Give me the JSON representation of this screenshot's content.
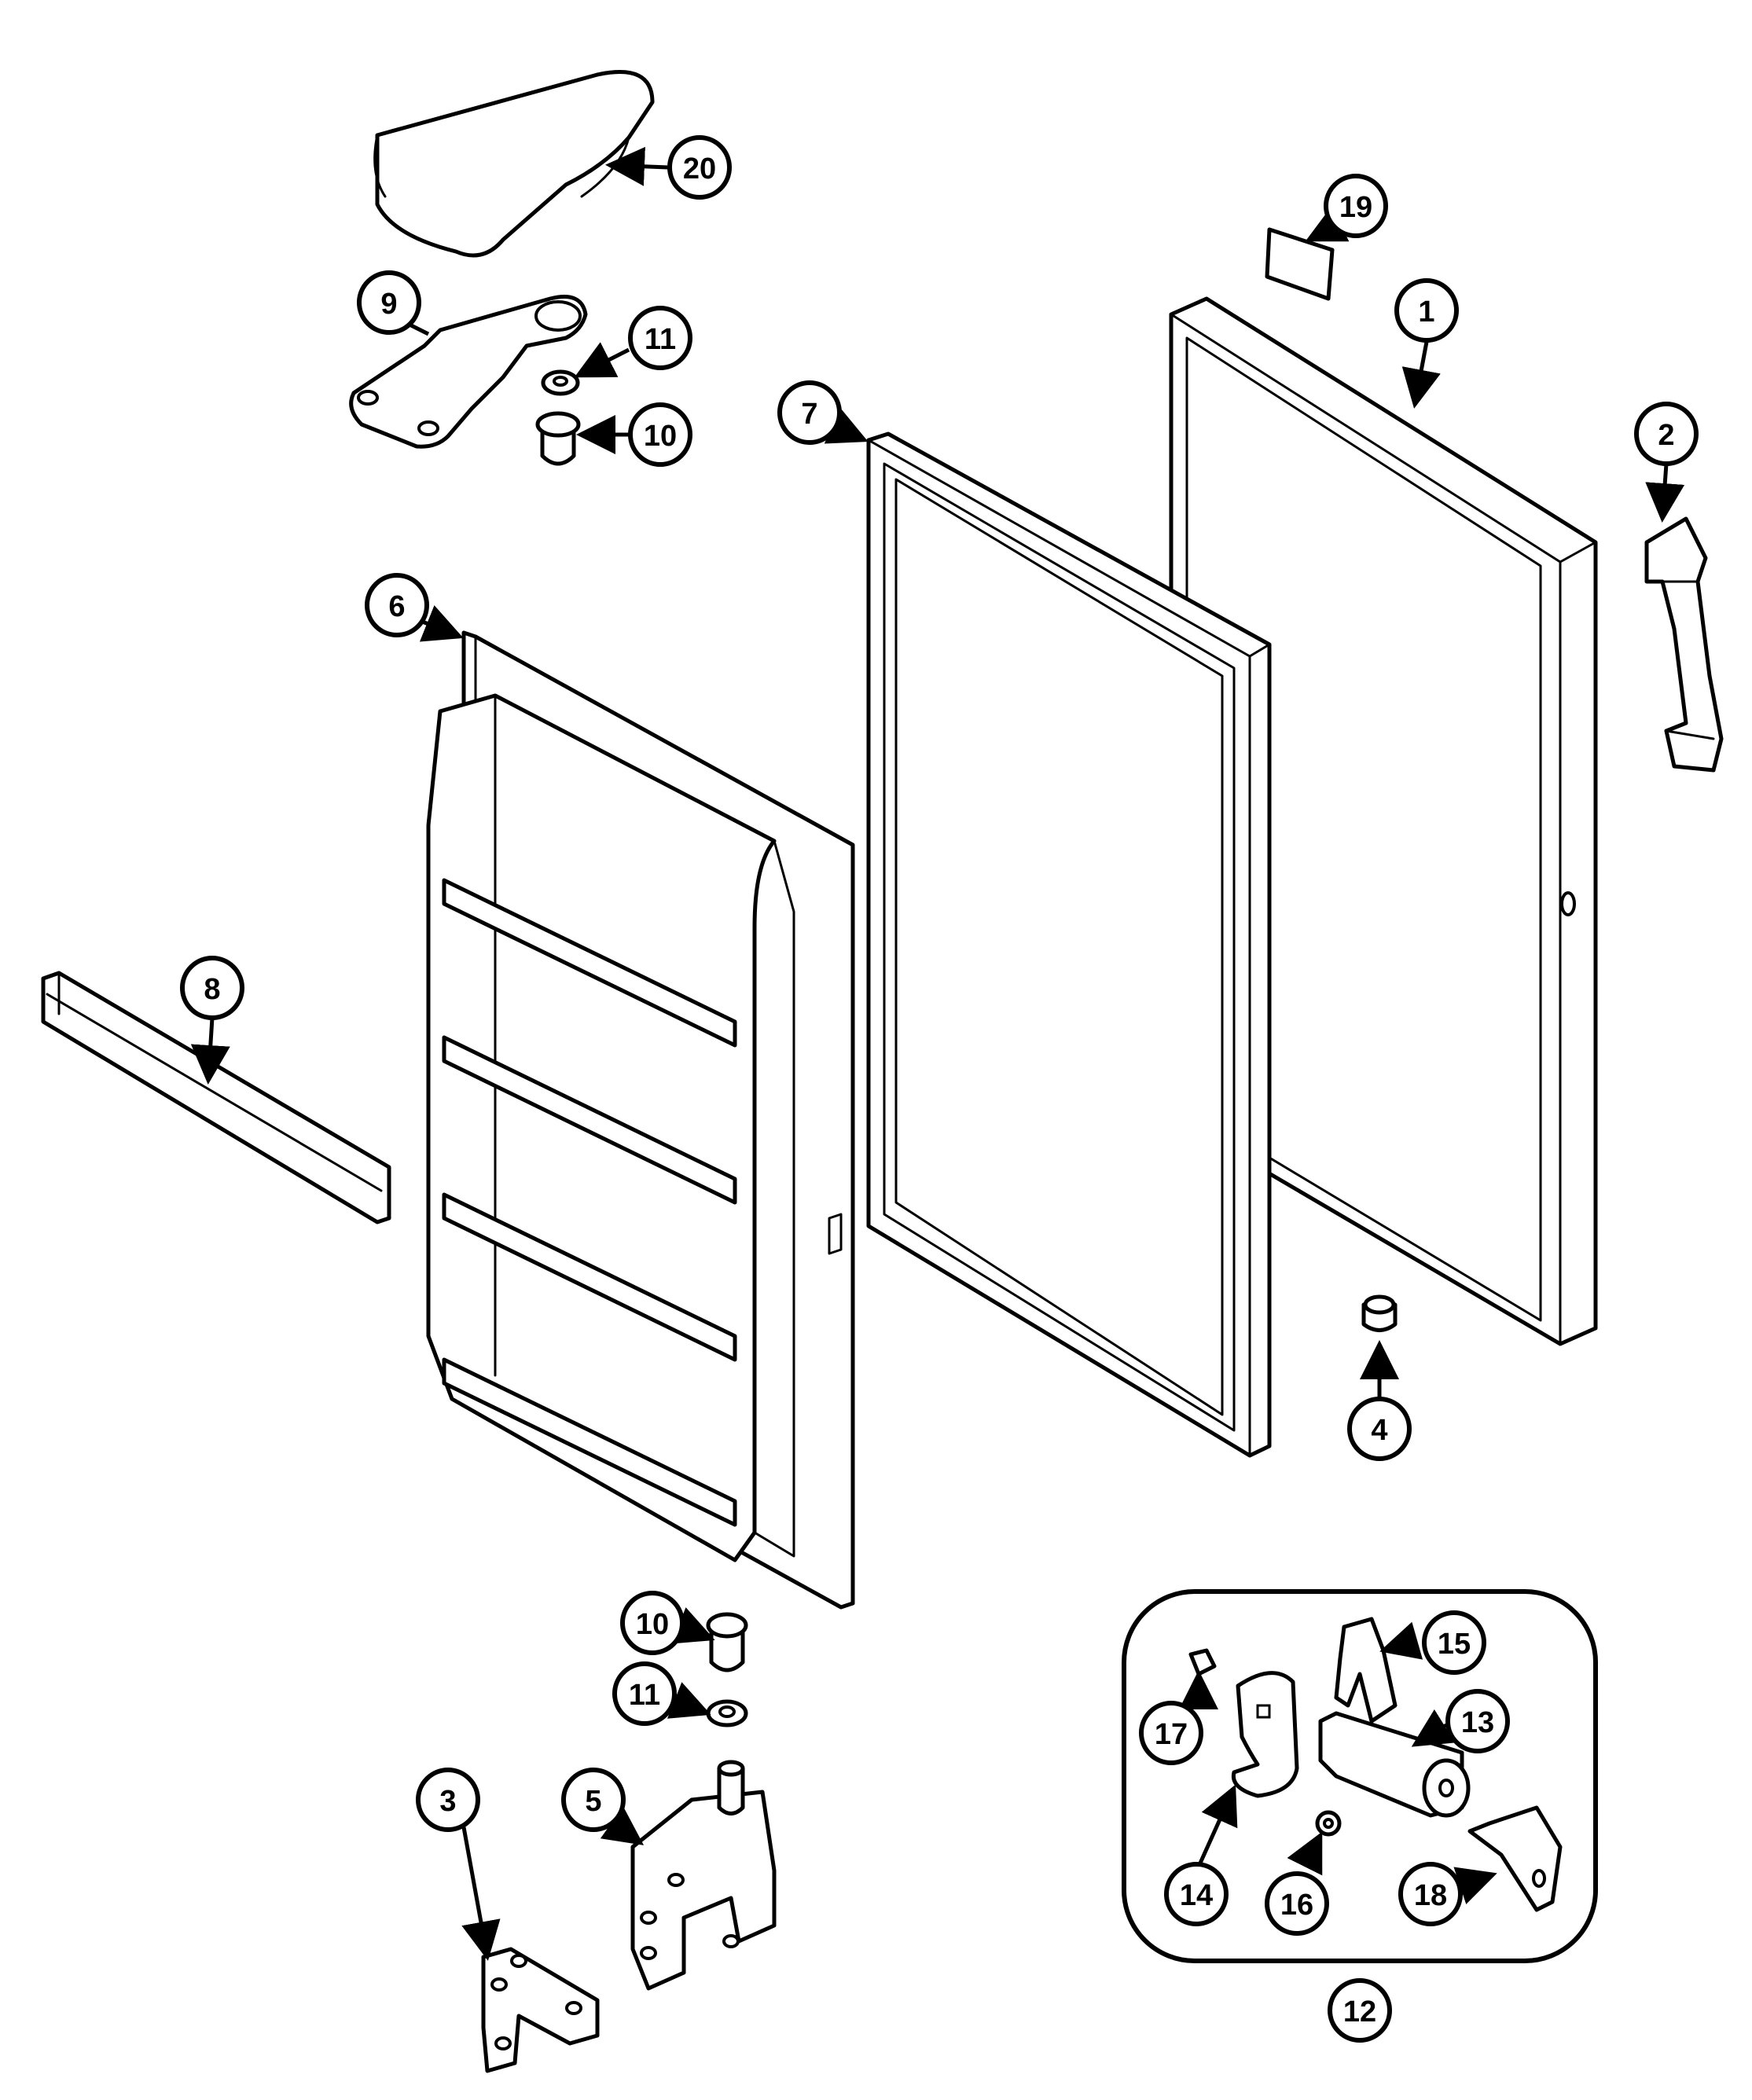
{
  "callouts": [
    {
      "id": "c1",
      "label": "1"
    },
    {
      "id": "c2",
      "label": "2"
    },
    {
      "id": "c3",
      "label": "3"
    },
    {
      "id": "c4",
      "label": "4"
    },
    {
      "id": "c5",
      "label": "5"
    },
    {
      "id": "c6",
      "label": "6"
    },
    {
      "id": "c7",
      "label": "7"
    },
    {
      "id": "c8",
      "label": "8"
    },
    {
      "id": "c9",
      "label": "9"
    },
    {
      "id": "c10a",
      "label": "10"
    },
    {
      "id": "c10b",
      "label": "10"
    },
    {
      "id": "c11a",
      "label": "11"
    },
    {
      "id": "c11b",
      "label": "11"
    },
    {
      "id": "c12",
      "label": "12"
    },
    {
      "id": "c13",
      "label": "13"
    },
    {
      "id": "c14",
      "label": "14"
    },
    {
      "id": "c15",
      "label": "15"
    },
    {
      "id": "c16",
      "label": "16"
    },
    {
      "id": "c17",
      "label": "17"
    },
    {
      "id": "c18",
      "label": "18"
    },
    {
      "id": "c19",
      "label": "19"
    },
    {
      "id": "c20",
      "label": "20"
    }
  ]
}
